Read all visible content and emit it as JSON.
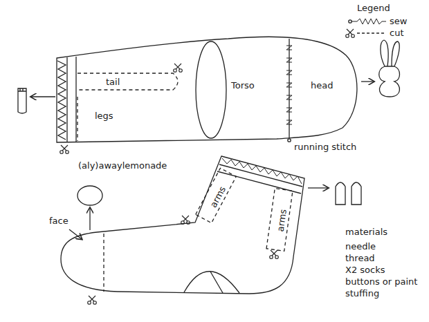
{
  "diagram": {
    "labels": [
      "Legend",
      "(aly)awaylemonade",
      "tail",
      "legs",
      "Torso",
      "head",
      "running stitch",
      "face",
      "arms",
      "arms",
      "materials",
      "needle",
      "thread",
      "X2 socks",
      "buttons or paint",
      "stuffing"
    ],
    "legend": [
      {
        "text": "sew"
      },
      {
        "text": "cut"
      }
    ]
  }
}
